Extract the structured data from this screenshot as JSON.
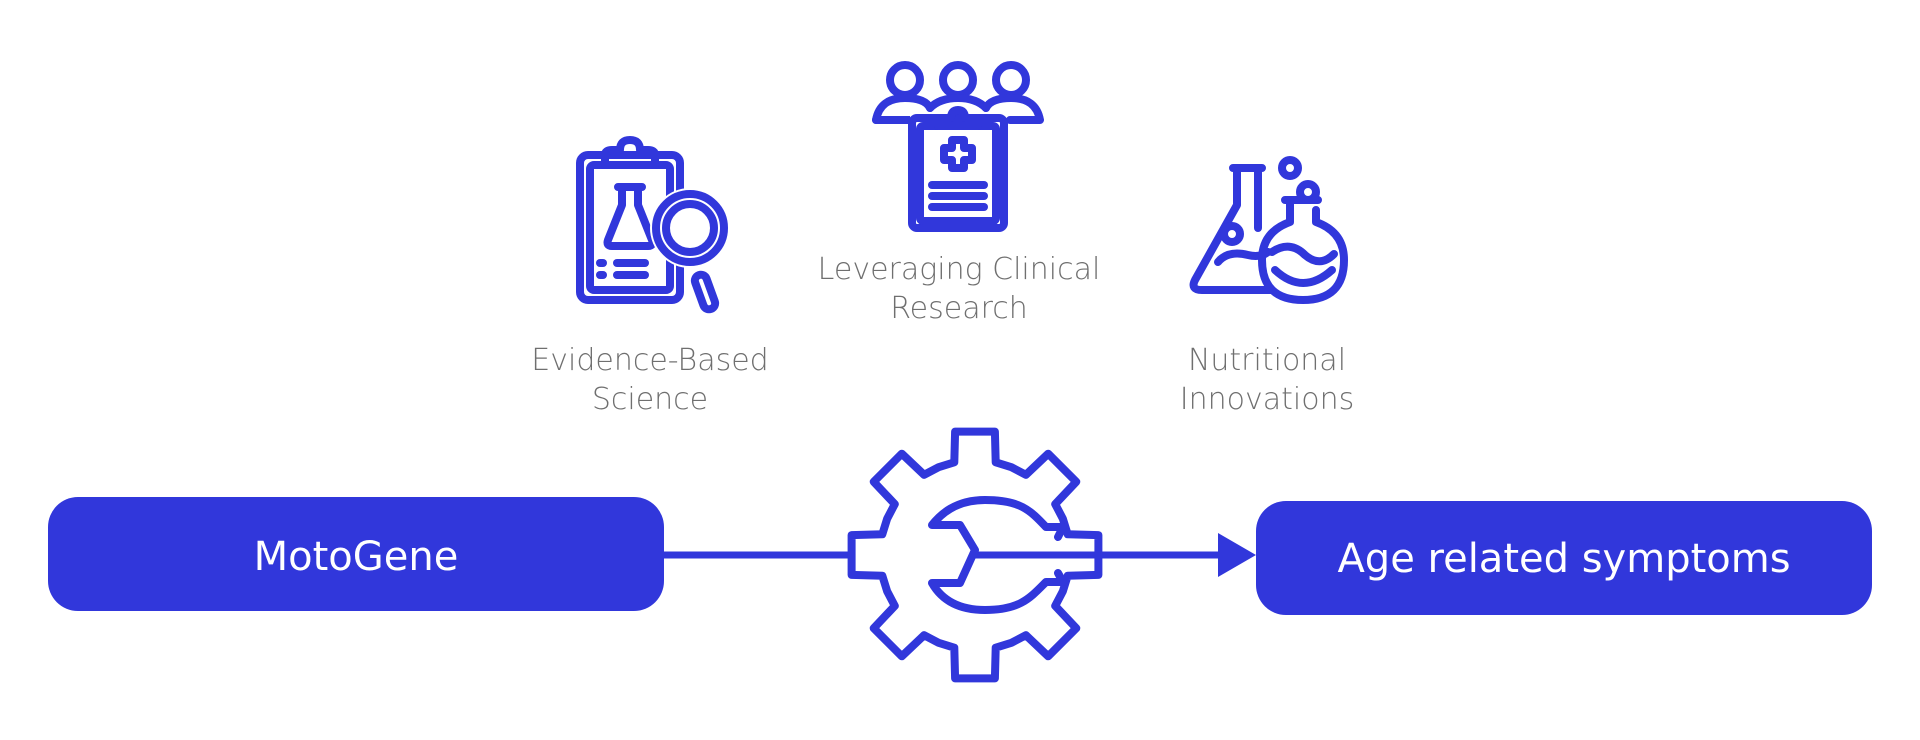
{
  "colors": {
    "accent": "#3137DB",
    "label_text": "#6f6f6f",
    "box_text": "#ffffff",
    "background": "#ffffff"
  },
  "source_box": {
    "label": "MotoGene"
  },
  "target_box": {
    "label": "Age related symptoms"
  },
  "process_icon": "gear-wrench-icon",
  "pillars": [
    {
      "icon": "clipboard-flask-magnifier-icon",
      "line1": "Evidence-Based",
      "line2": "Science"
    },
    {
      "icon": "people-medical-clipboard-icon",
      "line1": "Leveraging Clinical",
      "line2": "Research"
    },
    {
      "icon": "lab-flasks-icon",
      "line1": "Nutritional",
      "line2": "Innovations"
    }
  ]
}
